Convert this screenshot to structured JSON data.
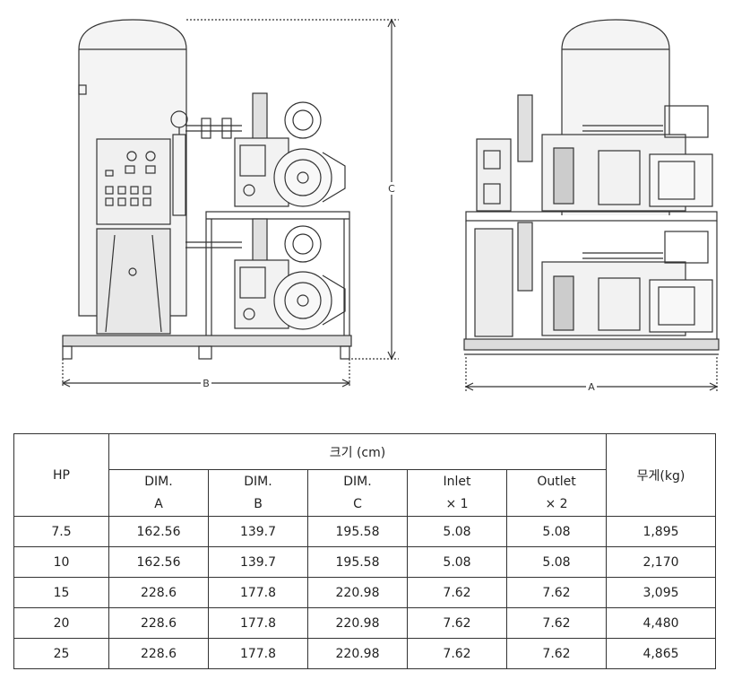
{
  "drawing": {
    "dim_labels": {
      "a": "A",
      "b": "B",
      "c": "C"
    }
  },
  "table": {
    "hp_header": "HP",
    "size_header": "크기 (cm)",
    "weight_header": "무게(kg)",
    "subheaders": [
      {
        "line1": "DIM.",
        "line2": "A"
      },
      {
        "line1": "DIM.",
        "line2": "B"
      },
      {
        "line1": "DIM.",
        "line2": "C"
      },
      {
        "line1": "Inlet",
        "line2": "× 1"
      },
      {
        "line1": "Outlet",
        "line2": "× 2"
      }
    ],
    "rows": [
      {
        "hp": "7.5",
        "a": "162.56",
        "b": "139.7",
        "c": "195.58",
        "inlet": "5.08",
        "outlet": "5.08",
        "weight": "1,895"
      },
      {
        "hp": "10",
        "a": "162.56",
        "b": "139.7",
        "c": "195.58",
        "inlet": "5.08",
        "outlet": "5.08",
        "weight": "2,170"
      },
      {
        "hp": "15",
        "a": "228.6",
        "b": "177.8",
        "c": "220.98",
        "inlet": "7.62",
        "outlet": "7.62",
        "weight": "3,095"
      },
      {
        "hp": "20",
        "a": "228.6",
        "b": "177.8",
        "c": "220.98",
        "inlet": "7.62",
        "outlet": "7.62",
        "weight": "4,480"
      },
      {
        "hp": "25",
        "a": "228.6",
        "b": "177.8",
        "c": "220.98",
        "inlet": "7.62",
        "outlet": "7.62",
        "weight": "4,865"
      }
    ]
  }
}
